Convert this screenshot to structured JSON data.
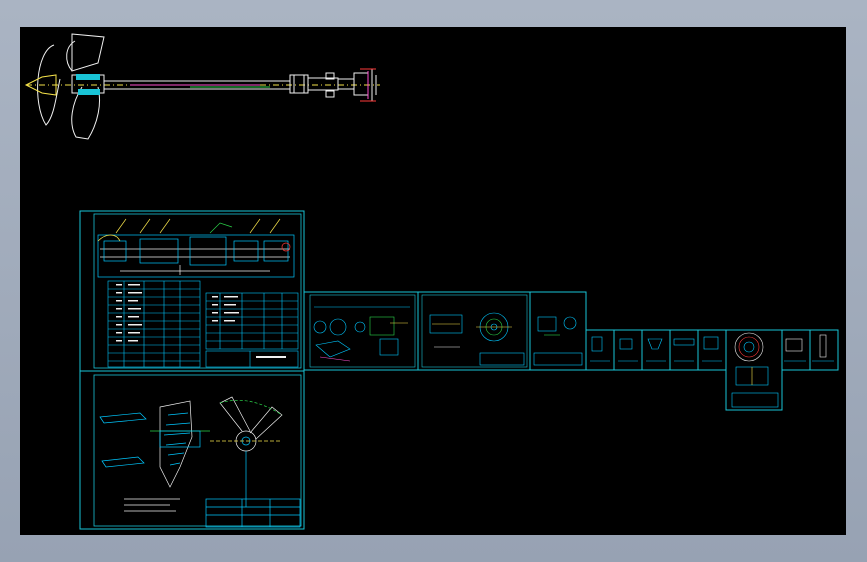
{
  "app": {
    "title": ""
  },
  "drawing": {
    "sheets": [
      {
        "id": "assembly"
      },
      {
        "id": "propeller"
      },
      {
        "id": "part-1"
      },
      {
        "id": "part-2"
      },
      {
        "id": "part-3"
      },
      {
        "id": "part-4"
      },
      {
        "id": "part-5"
      },
      {
        "id": "part-6"
      },
      {
        "id": "part-7"
      },
      {
        "id": "part-8"
      },
      {
        "id": "part-9"
      },
      {
        "id": "part-10"
      }
    ],
    "colors": {
      "background": "#000000",
      "frame_line": "#19c4d6",
      "geometry": "#00c8ff",
      "accent_green": "#2bd44a",
      "accent_yellow": "#f5e24a",
      "accent_white": "#f0f0f0",
      "accent_magenta": "#ff4fd0",
      "accent_red": "#ff3a3a"
    }
  }
}
